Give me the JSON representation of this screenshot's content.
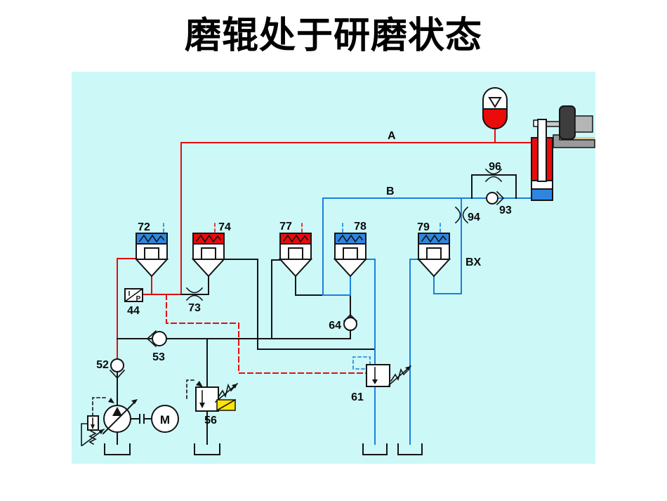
{
  "title": "磨辊处于研磨状态",
  "labels": {
    "line_a": "A",
    "line_b": "B",
    "line_bx": "BX",
    "valve_72": "72",
    "valve_74": "74",
    "valve_77": "77",
    "valve_78": "78",
    "valve_79": "79",
    "ip_converter_44": "44",
    "ip_letter_i": "I",
    "ip_letter_p": "P",
    "throttle_73": "73",
    "check_52": "52",
    "check_53": "53",
    "relief_56": "56",
    "relief_61": "61",
    "check_64": "64",
    "check_93": "93",
    "orifice_94": "94",
    "throttle_96": "96",
    "motor": "M"
  },
  "colors": {
    "background": "#ffffff",
    "diagram_bg": "#ccf8f8",
    "pressure_line": "#e60d0d",
    "return_line": "#1b7fdd",
    "neutral_line": "#141414",
    "solenoid_yellow": "#ffe600",
    "cap_blue": "#2e86e0",
    "cap_red": "#ea0b0b",
    "roller_dark": "#3d3d3d",
    "metal_gray": "#b5b5b5",
    "bracket_gray": "#9a9a9a",
    "bracket_beige": "#dbc9a0"
  }
}
